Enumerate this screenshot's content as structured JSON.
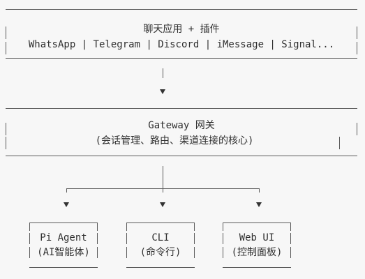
{
  "top_box": {
    "title": "聊天应用 + 插件",
    "subtitle": "WhatsApp | Telegram | Discord | iMessage | Signal..."
  },
  "gateway_box": {
    "title": "Gateway 网关",
    "subtitle": "(会话管理、路由、渠道连接的核心)"
  },
  "bottom_boxes": [
    {
      "title": "Pi Agent",
      "subtitle": "(AI智能体)"
    },
    {
      "title": "CLI",
      "subtitle": "(命令行)"
    },
    {
      "title": "Web UI",
      "subtitle": "(控制面板)"
    }
  ],
  "colors": {
    "background": "#f7f7f7",
    "line": "#5a5a5a",
    "text": "#2f2f2f"
  }
}
